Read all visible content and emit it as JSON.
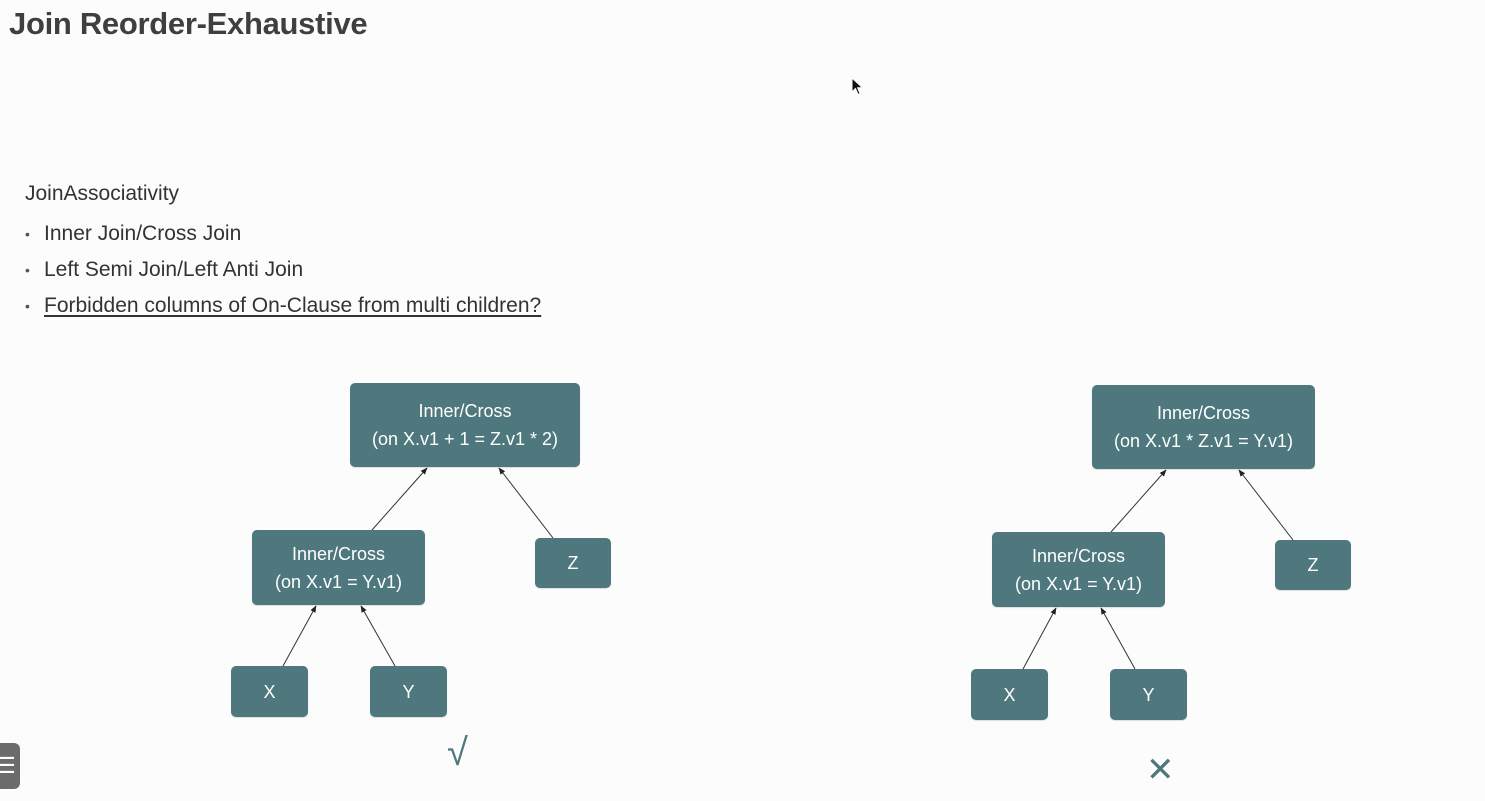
{
  "slide": {
    "title": "Join Reorder-Exhaustive",
    "section_label": "JoinAssociativity",
    "bullets": [
      "Inner Join/Cross Join",
      "Left Semi Join/Left Anti Join",
      "Forbidden columns of On-Clause from multi children?"
    ],
    "bullet_glyph": "•"
  },
  "diagrams": {
    "left": {
      "top_node": {
        "line1": "Inner/Cross",
        "line2": "(on X.v1 + 1 = Z.v1 * 2)"
      },
      "mid_node": {
        "line1": "Inner/Cross",
        "line2": "(on X.v1 = Y.v1)"
      },
      "leaf_z": "Z",
      "leaf_x": "X",
      "leaf_y": "Y",
      "verdict": "√"
    },
    "right": {
      "top_node": {
        "line1": "Inner/Cross",
        "line2": "(on X.v1 * Z.v1 = Y.v1)"
      },
      "mid_node": {
        "line1": "Inner/Cross",
        "line2": "(on X.v1 = Y.v1)"
      },
      "leaf_z": "Z",
      "leaf_x": "X",
      "leaf_y": "Y",
      "verdict": "✕"
    }
  },
  "colors": {
    "node_fill": "#4e787d",
    "node_text": "#ffffff",
    "verdict": "#4e787d"
  },
  "icons": {
    "cursor": "mouse-pointer-icon",
    "corner_button": "menu-icon"
  },
  "corner_button_glyph": "☰"
}
